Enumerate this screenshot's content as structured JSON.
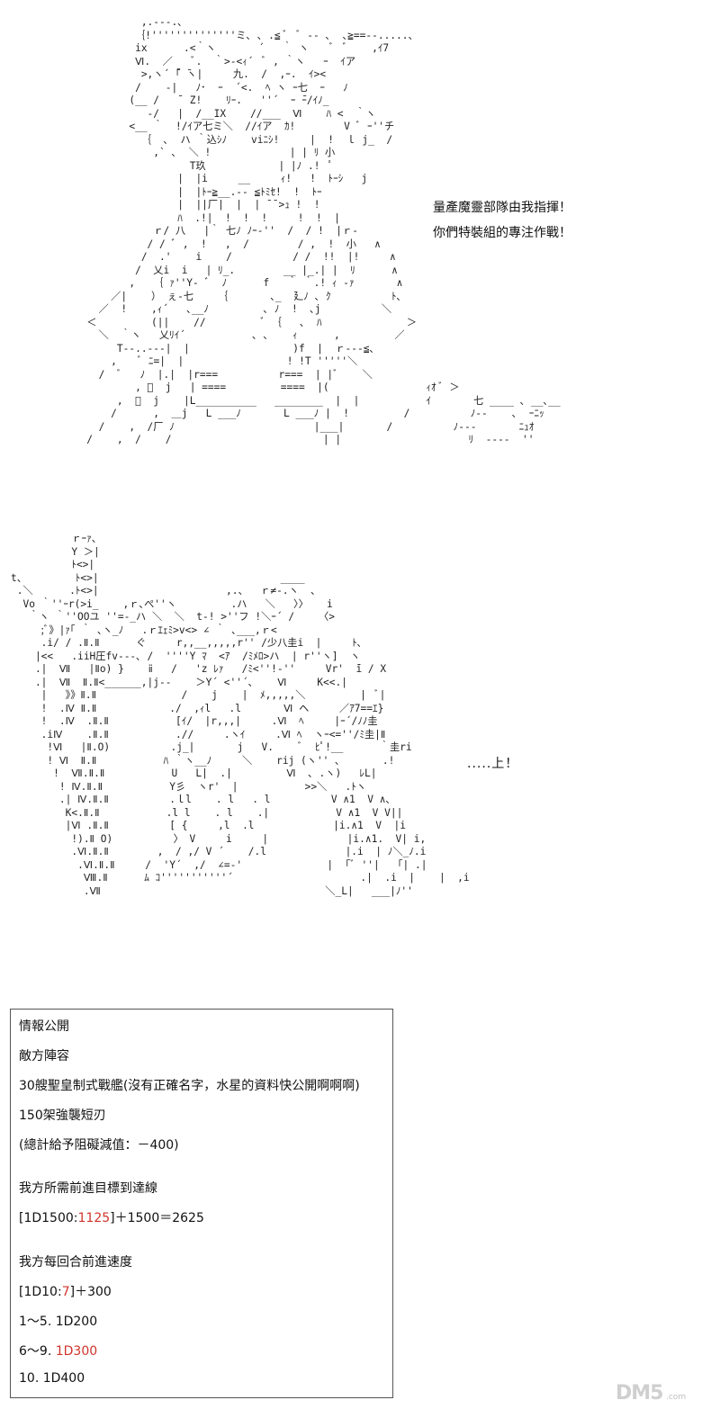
{
  "speech": {
    "line1": "量產魔靈部隊由我指揮！",
    "line2": "你們特裝組的專注作戰！",
    "line3": ".....上！"
  },
  "info": {
    "title": "情報公開",
    "enemy_heading": "敵方陣容",
    "enemy_ships": "30艘聖皇制式戰艦(沒有正確名字，水星的資料快公開啊啊啊)",
    "enemy_fighters": "150架強襲短刃",
    "enemy_total": "(總計給予阻礙減值：－400)",
    "distance_heading": "我方所需前進目標到達線",
    "distance_roll_prefix": "[1D1500:",
    "distance_roll_value": "1125",
    "distance_roll_suffix": "]＋1500＝2625",
    "speed_heading": "我方每回合前進速度",
    "speed_roll_prefix": "[1D10:",
    "speed_roll_value": "7",
    "speed_roll_suffix": "]＋300",
    "speed_opt1": "1～5. 1D200",
    "speed_opt2_prefix": "6～9. ",
    "speed_opt2_value": "1D300",
    "speed_opt3": "10. 1D400"
  },
  "watermark": {
    "logo": "DM5",
    "sub": ".com"
  },
  "colors": {
    "highlight": "#d0342c",
    "box_border": "#555555"
  }
}
